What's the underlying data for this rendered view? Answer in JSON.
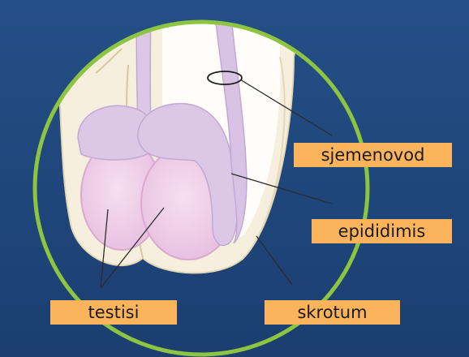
{
  "labels": {
    "sjemenovod": "sjemenovod",
    "epididimis": "epididimis",
    "testisi": "testisi",
    "skrotum": "skrotum"
  },
  "colors": {
    "background": "#224a80",
    "ring": "#8cc641",
    "label_fill": "#fbb45c",
    "label_text": "#1b1b1b",
    "scrotum": "#f6efdd",
    "testis": "#efcce6",
    "epididymis": "#dcc7e6",
    "leader_line": "#2d2d2d"
  }
}
